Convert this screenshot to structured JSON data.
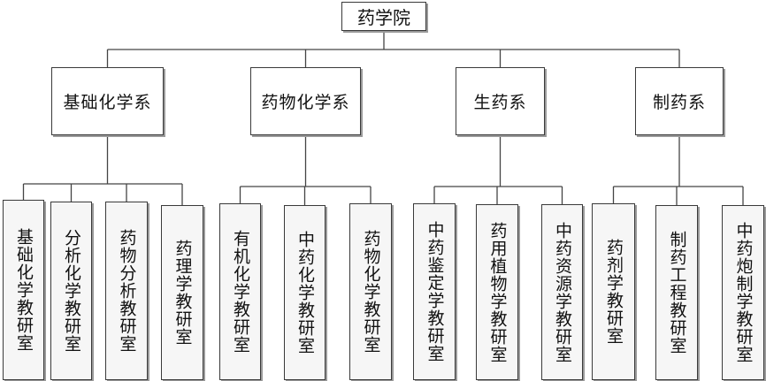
{
  "diagram": {
    "root": {
      "label": "药学院"
    },
    "departments": [
      {
        "label": "基础化学系",
        "units": [
          "基础化学教研室",
          "分析化学教研室",
          "药物分析教研室",
          "药理学教研室"
        ]
      },
      {
        "label": "药物化学系",
        "units": [
          "有机化学教研室",
          "中药化学教研室",
          "药物化学教研室"
        ]
      },
      {
        "label": "生药系",
        "units": [
          "中药鉴定学教研室",
          "药用植物学教研室",
          "中药资源学教研室"
        ]
      },
      {
        "label": "制药系",
        "units": [
          "药剂学教研室",
          "制药工程教研室",
          "中药炮制学教研室"
        ]
      }
    ],
    "colors": {
      "line": "#444444",
      "border": "#3a3a3a",
      "leaf_fill": "#f6f6f6"
    }
  }
}
